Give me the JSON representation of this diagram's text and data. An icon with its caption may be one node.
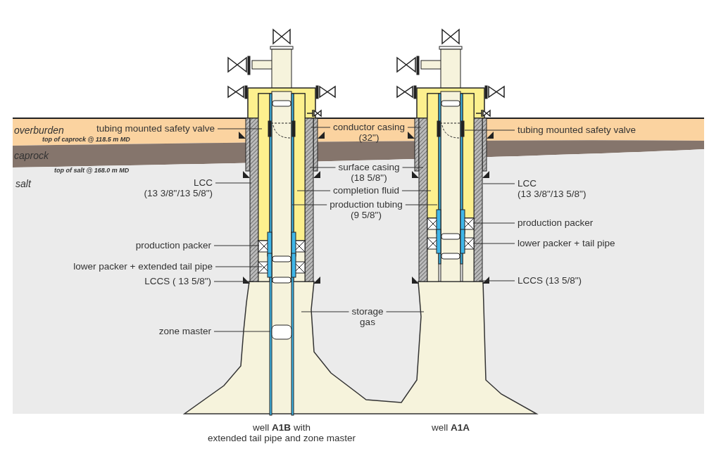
{
  "diagram": {
    "nodes": [
      {
        "text": [
          "tubing mounted safety valve"
        ]
      },
      {
        "text": [
          "conductor casing (32\")"
        ]
      },
      {
        "text": [
          "LCC (13 3/8\"/13 5/8\")"
        ]
      },
      {
        "text": [
          "surface casing (18 5/8\")"
        ]
      },
      {
        "text": [
          "completion fluid"
        ]
      },
      {
        "text": [
          "production tubing (9 5/8\")"
        ]
      },
      {
        "text": [
          "production packer"
        ]
      },
      {
        "text": [
          "lower packer + extended tail pipe"
        ]
      },
      {
        "text": [
          "LCCS ( 13 5/8\")"
        ]
      },
      {
        "text": [
          "zone master"
        ]
      },
      {
        "text": [
          "storage gas"
        ]
      },
      {
        "text": [
          "tubing mounted safety valve"
        ]
      },
      {
        "text": [
          "LCC (13 3/8\"/13 5/8\")"
        ]
      },
      {
        "text": [
          "production packer"
        ]
      },
      {
        "text": [
          "lower packer + tail pipe"
        ]
      },
      {
        "text": [
          "LCCS (13 5/8\")"
        ]
      }
    ],
    "edges": [
      {
        "from": 0,
        "to": null,
        "arrow": "none"
      },
      {
        "from": 1,
        "to": null,
        "arrow": "none"
      },
      {
        "from": 1,
        "to": null,
        "arrow": "none"
      },
      {
        "from": 2,
        "to": null,
        "arrow": "none"
      },
      {
        "from": 3,
        "to": null,
        "arrow": "none"
      },
      {
        "from": 3,
        "to": null,
        "arrow": "none"
      },
      {
        "from": 4,
        "to": null,
        "arrow": "none"
      },
      {
        "from": 4,
        "to": null,
        "arrow": "none"
      },
      {
        "from": 5,
        "to": null,
        "arrow": "none"
      },
      {
        "from": 5,
        "to": null,
        "arrow": "none"
      },
      {
        "from": 6,
        "to": null,
        "arrow": "none"
      },
      {
        "from": 7,
        "to": null,
        "arrow": "none"
      },
      {
        "from": 8,
        "to": null,
        "arrow": "none"
      },
      {
        "from": 9,
        "to": null,
        "arrow": "none"
      },
      {
        "from": 10,
        "to": null,
        "arrow": "none"
      },
      {
        "from": 10,
        "to": null,
        "arrow": "none"
      },
      {
        "from": 11,
        "to": null,
        "arrow": "none"
      },
      {
        "from": 12,
        "to": null,
        "arrow": "none"
      },
      {
        "from": 13,
        "to": null,
        "arrow": "none"
      },
      {
        "from": 14,
        "to": null,
        "arrow": "none"
      },
      {
        "from": 15,
        "to": null,
        "arrow": "none"
      }
    ],
    "labels": [
      "overburden",
      "top of caprock @ 118.5 m MD",
      "caprock",
      "top of salt @ 168.0 m MD",
      "salt",
      "well **A1B** with",
      "extended tail pipe and zone master",
      "well **A1A**"
    ]
  }
}
